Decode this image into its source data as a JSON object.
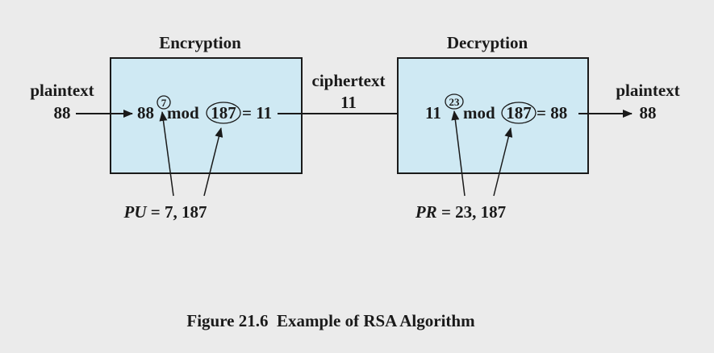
{
  "colors": {
    "background": "#ebebeb",
    "box_fill": "#cfe9f3",
    "stroke": "#1a1a1a"
  },
  "encryption": {
    "title": "Encryption",
    "input_label": "plaintext",
    "input_value": "88",
    "base": "88",
    "exponent": "7",
    "mod_word": "mod",
    "modulus": "187",
    "result": "= 11",
    "key_italic": "PU",
    "key_rest": " = 7, 187"
  },
  "ciphertext": {
    "label": "ciphertext",
    "value": "11"
  },
  "decryption": {
    "title": "Decryption",
    "base": "11",
    "exponent": "23",
    "mod_word": "mod",
    "modulus": "187",
    "result": "= 88",
    "output_label": "plaintext",
    "output_value": "88",
    "key_italic": "PR",
    "key_rest": " = 23, 187"
  },
  "caption": "Figure 21.6  Example of RSA Algorithm"
}
